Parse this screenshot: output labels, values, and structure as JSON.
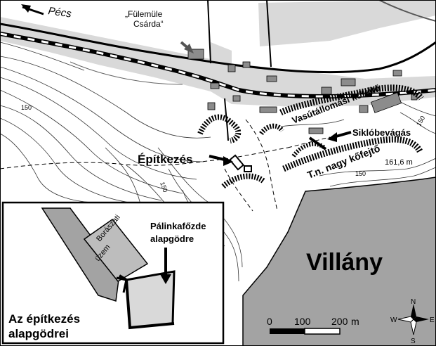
{
  "labels": {
    "pecs": "Pécs",
    "csarda_line1": "„Fülemüle",
    "csarda_line2": "Csárda“",
    "vasut": "Vasútállomási kőfejtő",
    "siklo": "Siklóbevágás",
    "nagy": "T.n. nagy kőfejtő",
    "epitkezes": "Építkezés",
    "elev_161": "161,6 m",
    "contour_150a": "150",
    "contour_150b": "150",
    "contour_150c": "150",
    "contour_150d": "150",
    "villany": "Villány"
  },
  "inset": {
    "title_line1": "Az építkezés",
    "title_line2": "alapgödrei",
    "borasz_line1": "Borászati",
    "borasz_line2": "üzem",
    "palinka_line1": "Pálinkafőzde",
    "palinka_line2": "alapgödre"
  },
  "scale": {
    "t0": "0",
    "t100": "100",
    "t200": "200",
    "unit": "m"
  },
  "compass": {
    "n": "N",
    "s": "S",
    "e": "E",
    "w": "W"
  },
  "colors": {
    "town": "#a3a3a3",
    "grey_zone": "#d9d9d9",
    "building": "#8c8c8c",
    "hachure": "#000000"
  }
}
